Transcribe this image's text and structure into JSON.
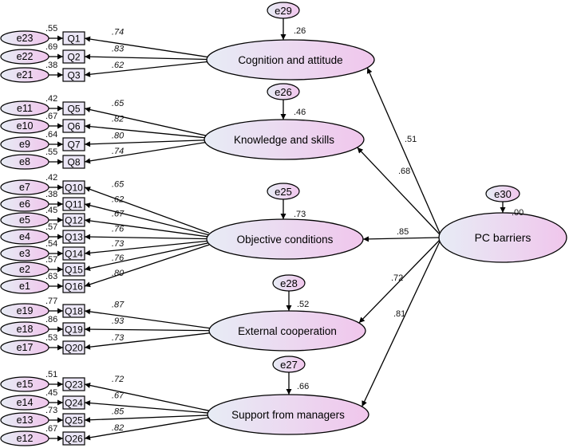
{
  "factors": {
    "cog": {
      "label": "Cognition and attitude",
      "error": "e29",
      "r2": ".26"
    },
    "know": {
      "label": "Knowledge and skills",
      "error": "e26",
      "r2": ".46"
    },
    "obj": {
      "label": "Objective conditions",
      "error": "e25",
      "r2": ".73"
    },
    "ext": {
      "label": "External cooperation",
      "error": "e28",
      "r2": ".52"
    },
    "sup": {
      "label": "Support from managers",
      "error": "e27",
      "r2": ".66"
    }
  },
  "second_order": {
    "label": "PC barriers",
    "error": "e30",
    "r2": ".00"
  },
  "structural_paths": [
    {
      "to": "cog",
      "value": ".51"
    },
    {
      "to": "know",
      "value": ".68"
    },
    {
      "to": "obj",
      "value": ".85"
    },
    {
      "to": "ext",
      "value": ".72"
    },
    {
      "to": "sup",
      "value": ".81"
    }
  ],
  "indicators": [
    {
      "id": "Q1",
      "error": "e23",
      "r2": ".55",
      "loading": ".74",
      "factor": "cog"
    },
    {
      "id": "Q2",
      "error": "e22",
      "r2": ".69",
      "loading": ".83",
      "factor": "cog"
    },
    {
      "id": "Q3",
      "error": "e21",
      "r2": ".38",
      "loading": ".62",
      "factor": "cog"
    },
    {
      "id": "Q5",
      "error": "e11",
      "r2": ".42",
      "loading": ".65",
      "factor": "know"
    },
    {
      "id": "Q6",
      "error": "e10",
      "r2": ".67",
      "loading": ".82",
      "factor": "know"
    },
    {
      "id": "Q7",
      "error": "e9",
      "r2": ".64",
      "loading": ".80",
      "factor": "know"
    },
    {
      "id": "Q8",
      "error": "e8",
      "r2": ".55",
      "loading": ".74",
      "factor": "know"
    },
    {
      "id": "Q10",
      "error": "e7",
      "r2": ".42",
      "loading": ".65",
      "factor": "obj"
    },
    {
      "id": "Q11",
      "error": "e6",
      "r2": ".38",
      "loading": ".62",
      "factor": "obj"
    },
    {
      "id": "Q12",
      "error": "e5",
      "r2": ".45",
      "loading": ".67",
      "factor": "obj"
    },
    {
      "id": "Q13",
      "error": "e4",
      "r2": ".57",
      "loading": ".76",
      "factor": "obj"
    },
    {
      "id": "Q14",
      "error": "e3",
      "r2": ".54",
      "loading": ".73",
      "factor": "obj"
    },
    {
      "id": "Q15",
      "error": "e2",
      "r2": ".57",
      "loading": ".76",
      "factor": "obj"
    },
    {
      "id": "Q16",
      "error": "e1",
      "r2": ".63",
      "loading": ".80",
      "factor": "obj"
    },
    {
      "id": "Q18",
      "error": "e19",
      "r2": ".77",
      "loading": ".87",
      "factor": "ext"
    },
    {
      "id": "Q19",
      "error": "e18",
      "r2": ".86",
      "loading": ".93",
      "factor": "ext"
    },
    {
      "id": "Q20",
      "error": "e17",
      "r2": ".53",
      "loading": ".73",
      "factor": "ext"
    },
    {
      "id": "Q23",
      "error": "e15",
      "r2": ".51",
      "loading": ".72",
      "factor": "sup"
    },
    {
      "id": "Q24",
      "error": "e14",
      "r2": ".45",
      "loading": ".67",
      "factor": "sup"
    },
    {
      "id": "Q25",
      "error": "e13",
      "r2": ".73",
      "loading": ".85",
      "factor": "sup"
    },
    {
      "id": "Q26",
      "error": "e12",
      "r2": ".67",
      "loading": ".82",
      "factor": "sup"
    }
  ],
  "colors": {
    "ellipse_left": "#e7ecf5",
    "ellipse_right": "#f0c6ec",
    "box_fill": "#ebe6f6",
    "stroke": "#000000"
  }
}
